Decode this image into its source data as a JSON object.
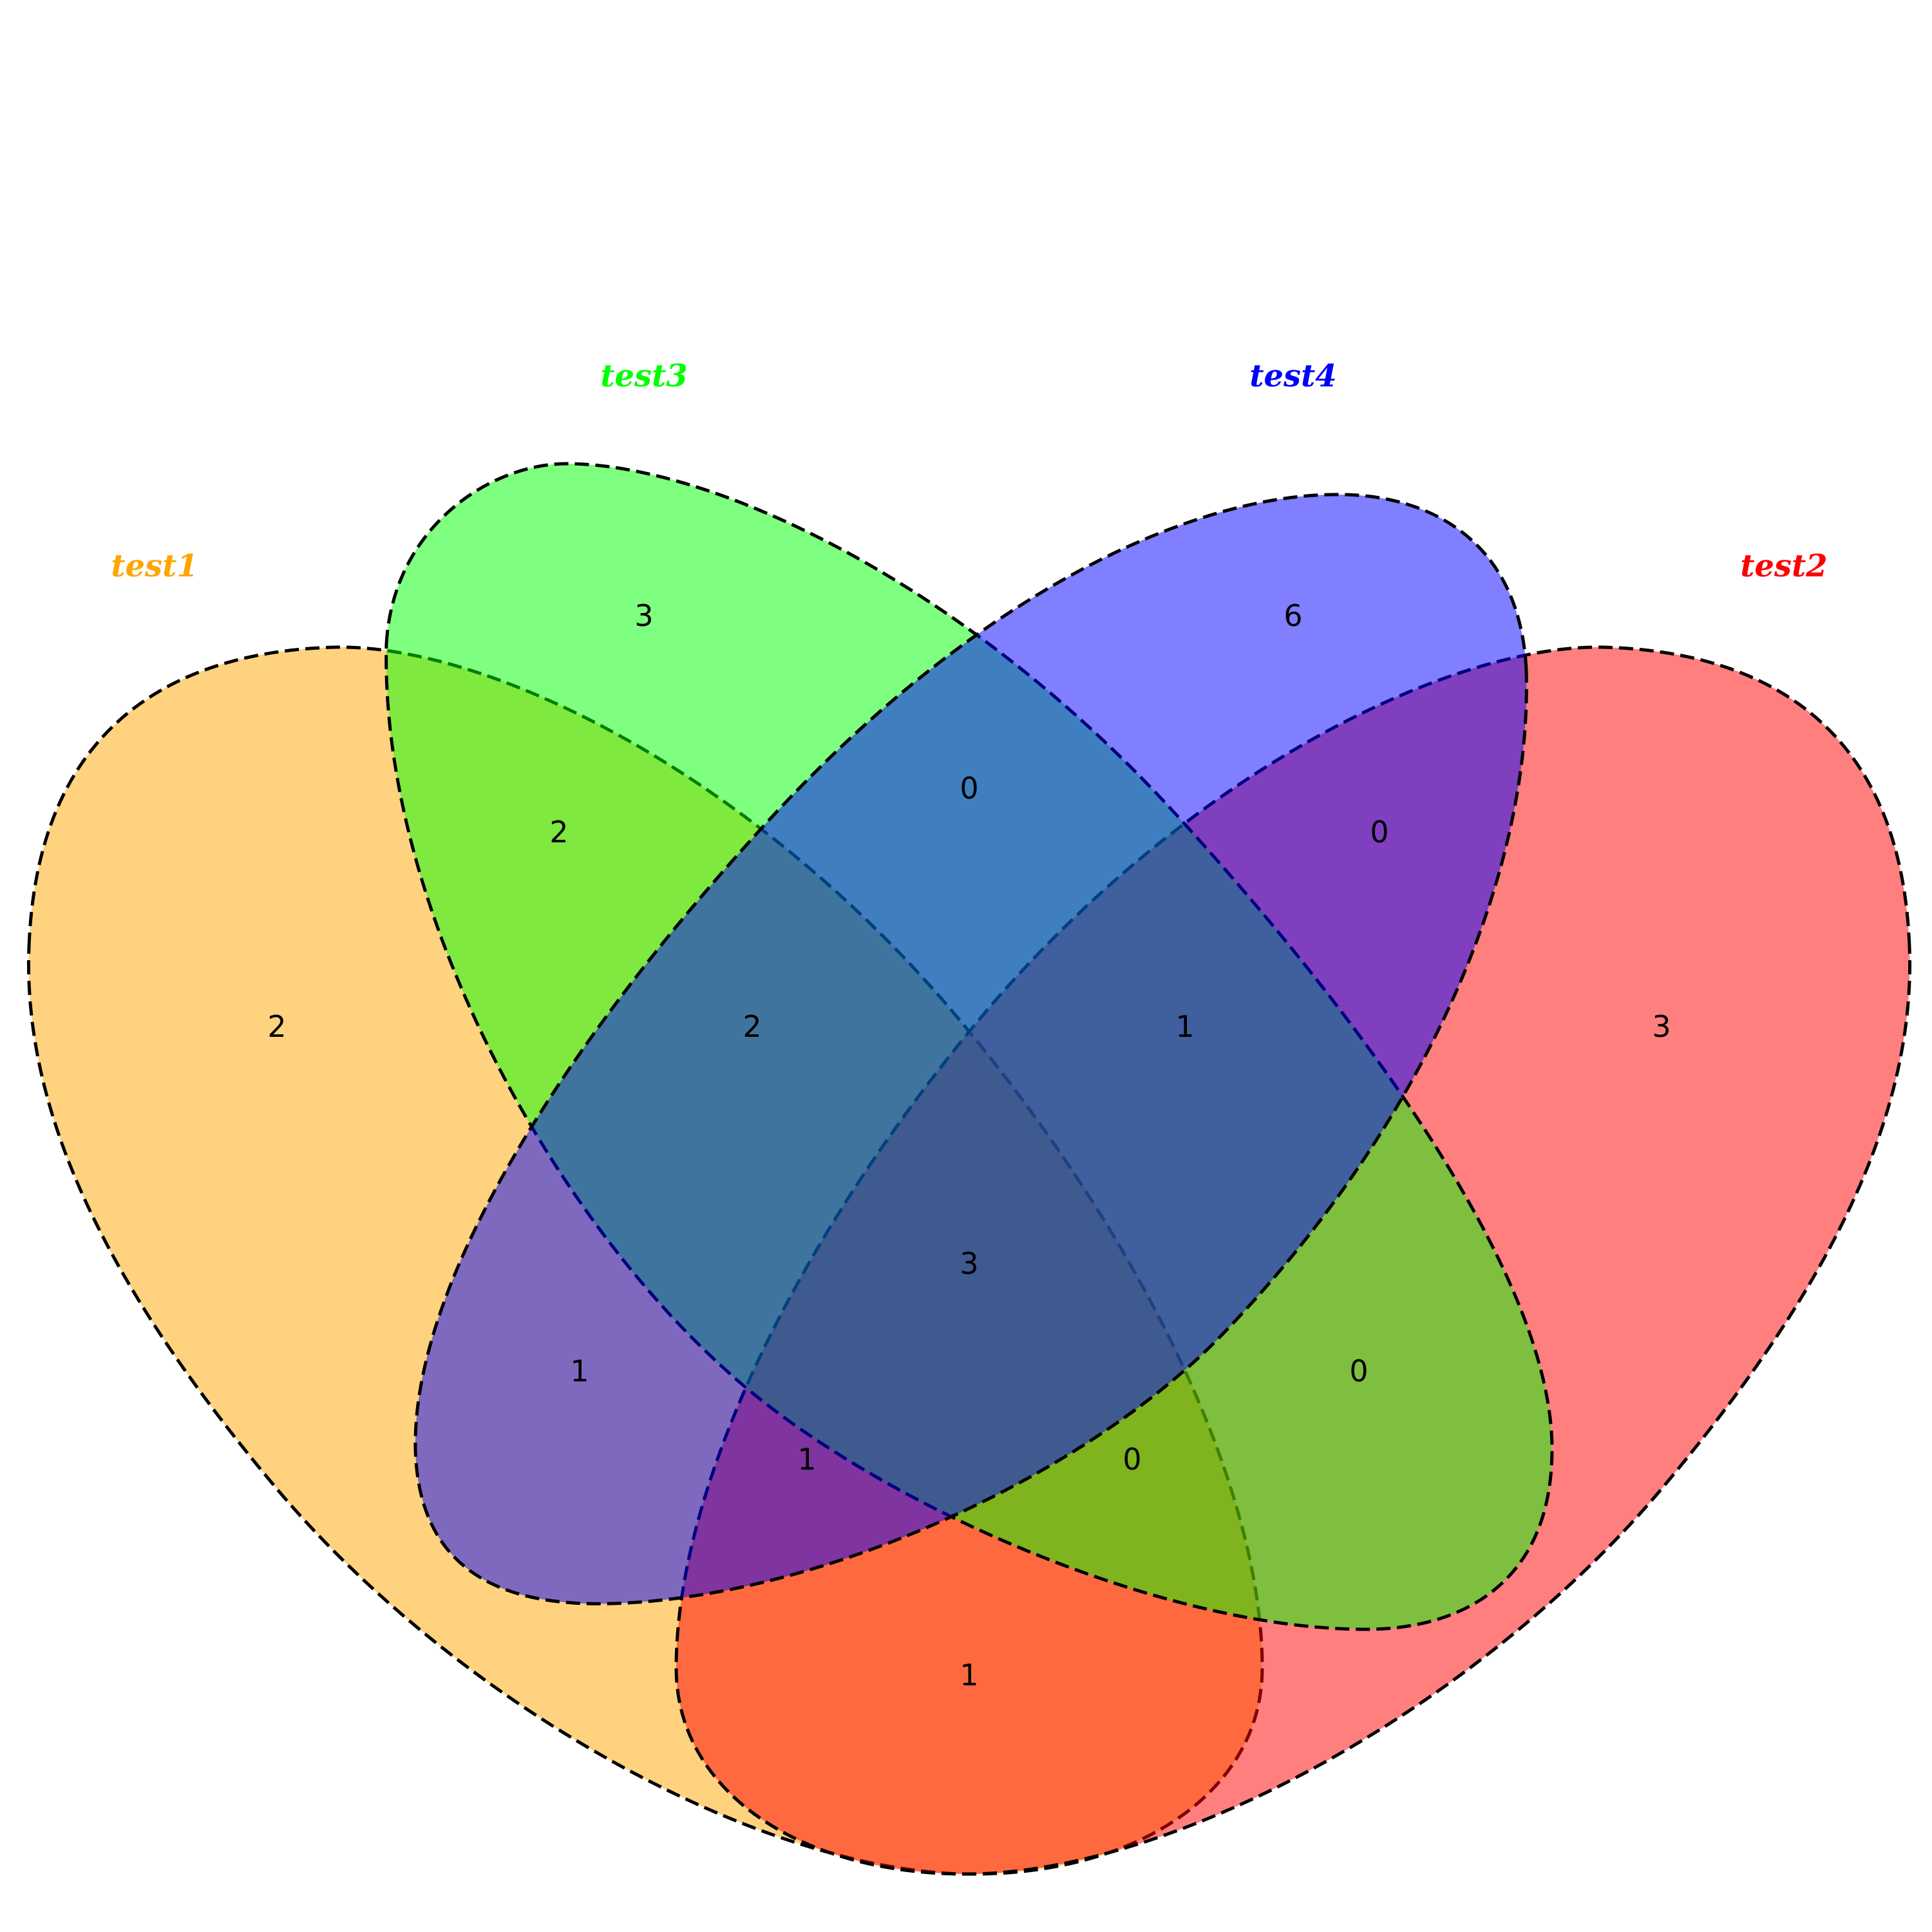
{
  "sets": [
    {
      "key": "test1",
      "label": "test1",
      "color": "#FFA500"
    },
    {
      "key": "test2",
      "label": "test2",
      "color": "#FF0000"
    },
    {
      "key": "test3",
      "label": "test3",
      "color": "#00FF00"
    },
    {
      "key": "test4",
      "label": "test4",
      "color": "#0000FF"
    }
  ],
  "regions": {
    "test1_only": "2",
    "test2_only": "3",
    "test3_only": "3",
    "test4_only": "6",
    "test1_test3": "2",
    "test2_test4": "0",
    "test3_test4": "0",
    "test1_test3_test4": "2",
    "test2_test3_test4": "1",
    "test1_test4": "1",
    "test2_test3": "0",
    "all_four": "3",
    "test1_test2_test4": "1",
    "test1_test2_test3": "0",
    "test1_test2": "1"
  }
}
